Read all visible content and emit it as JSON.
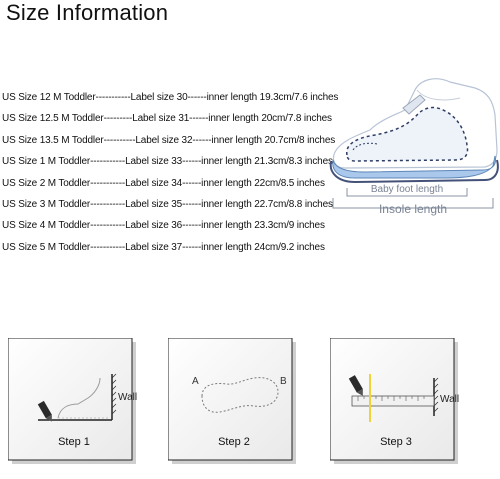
{
  "title": "Size Information",
  "sizes": [
    "US Size 12 M Toddler-----------Label size 30------inner length 19.3cm/7.6 inches",
    "US Size 12.5 M Toddler---------Label size 31------inner length 20cm/7.8 inches",
    "US Size 13.5 M Toddler----------Label size 32------inner length 20.7cm/8 inches",
    "US Size 1 M Toddler-----------Label size 33------inner length 21.3cm/8.3 inches",
    "US Size 2 M Toddler-----------Label size 34------inner length 22cm/8.5 inches",
    "US Size 3 M Toddler-----------Label size 35------inner length 22.7cm/8.8 inches",
    "US Size 4 M Toddler-----------Label size 36------inner length 23.3cm/9 inches",
    "US Size 5 M Toddler-----------Label size 37------inner length 24cm/9.2 inches"
  ],
  "diagram": {
    "baby_foot_length": "Baby foot length",
    "insole_length": "Insole length"
  },
  "steps": [
    {
      "label": "Step 1",
      "wall": "Wall"
    },
    {
      "label": "Step 2",
      "point_a": "A",
      "point_b": "B"
    },
    {
      "label": "Step 3",
      "wall": "Wall"
    }
  ]
}
